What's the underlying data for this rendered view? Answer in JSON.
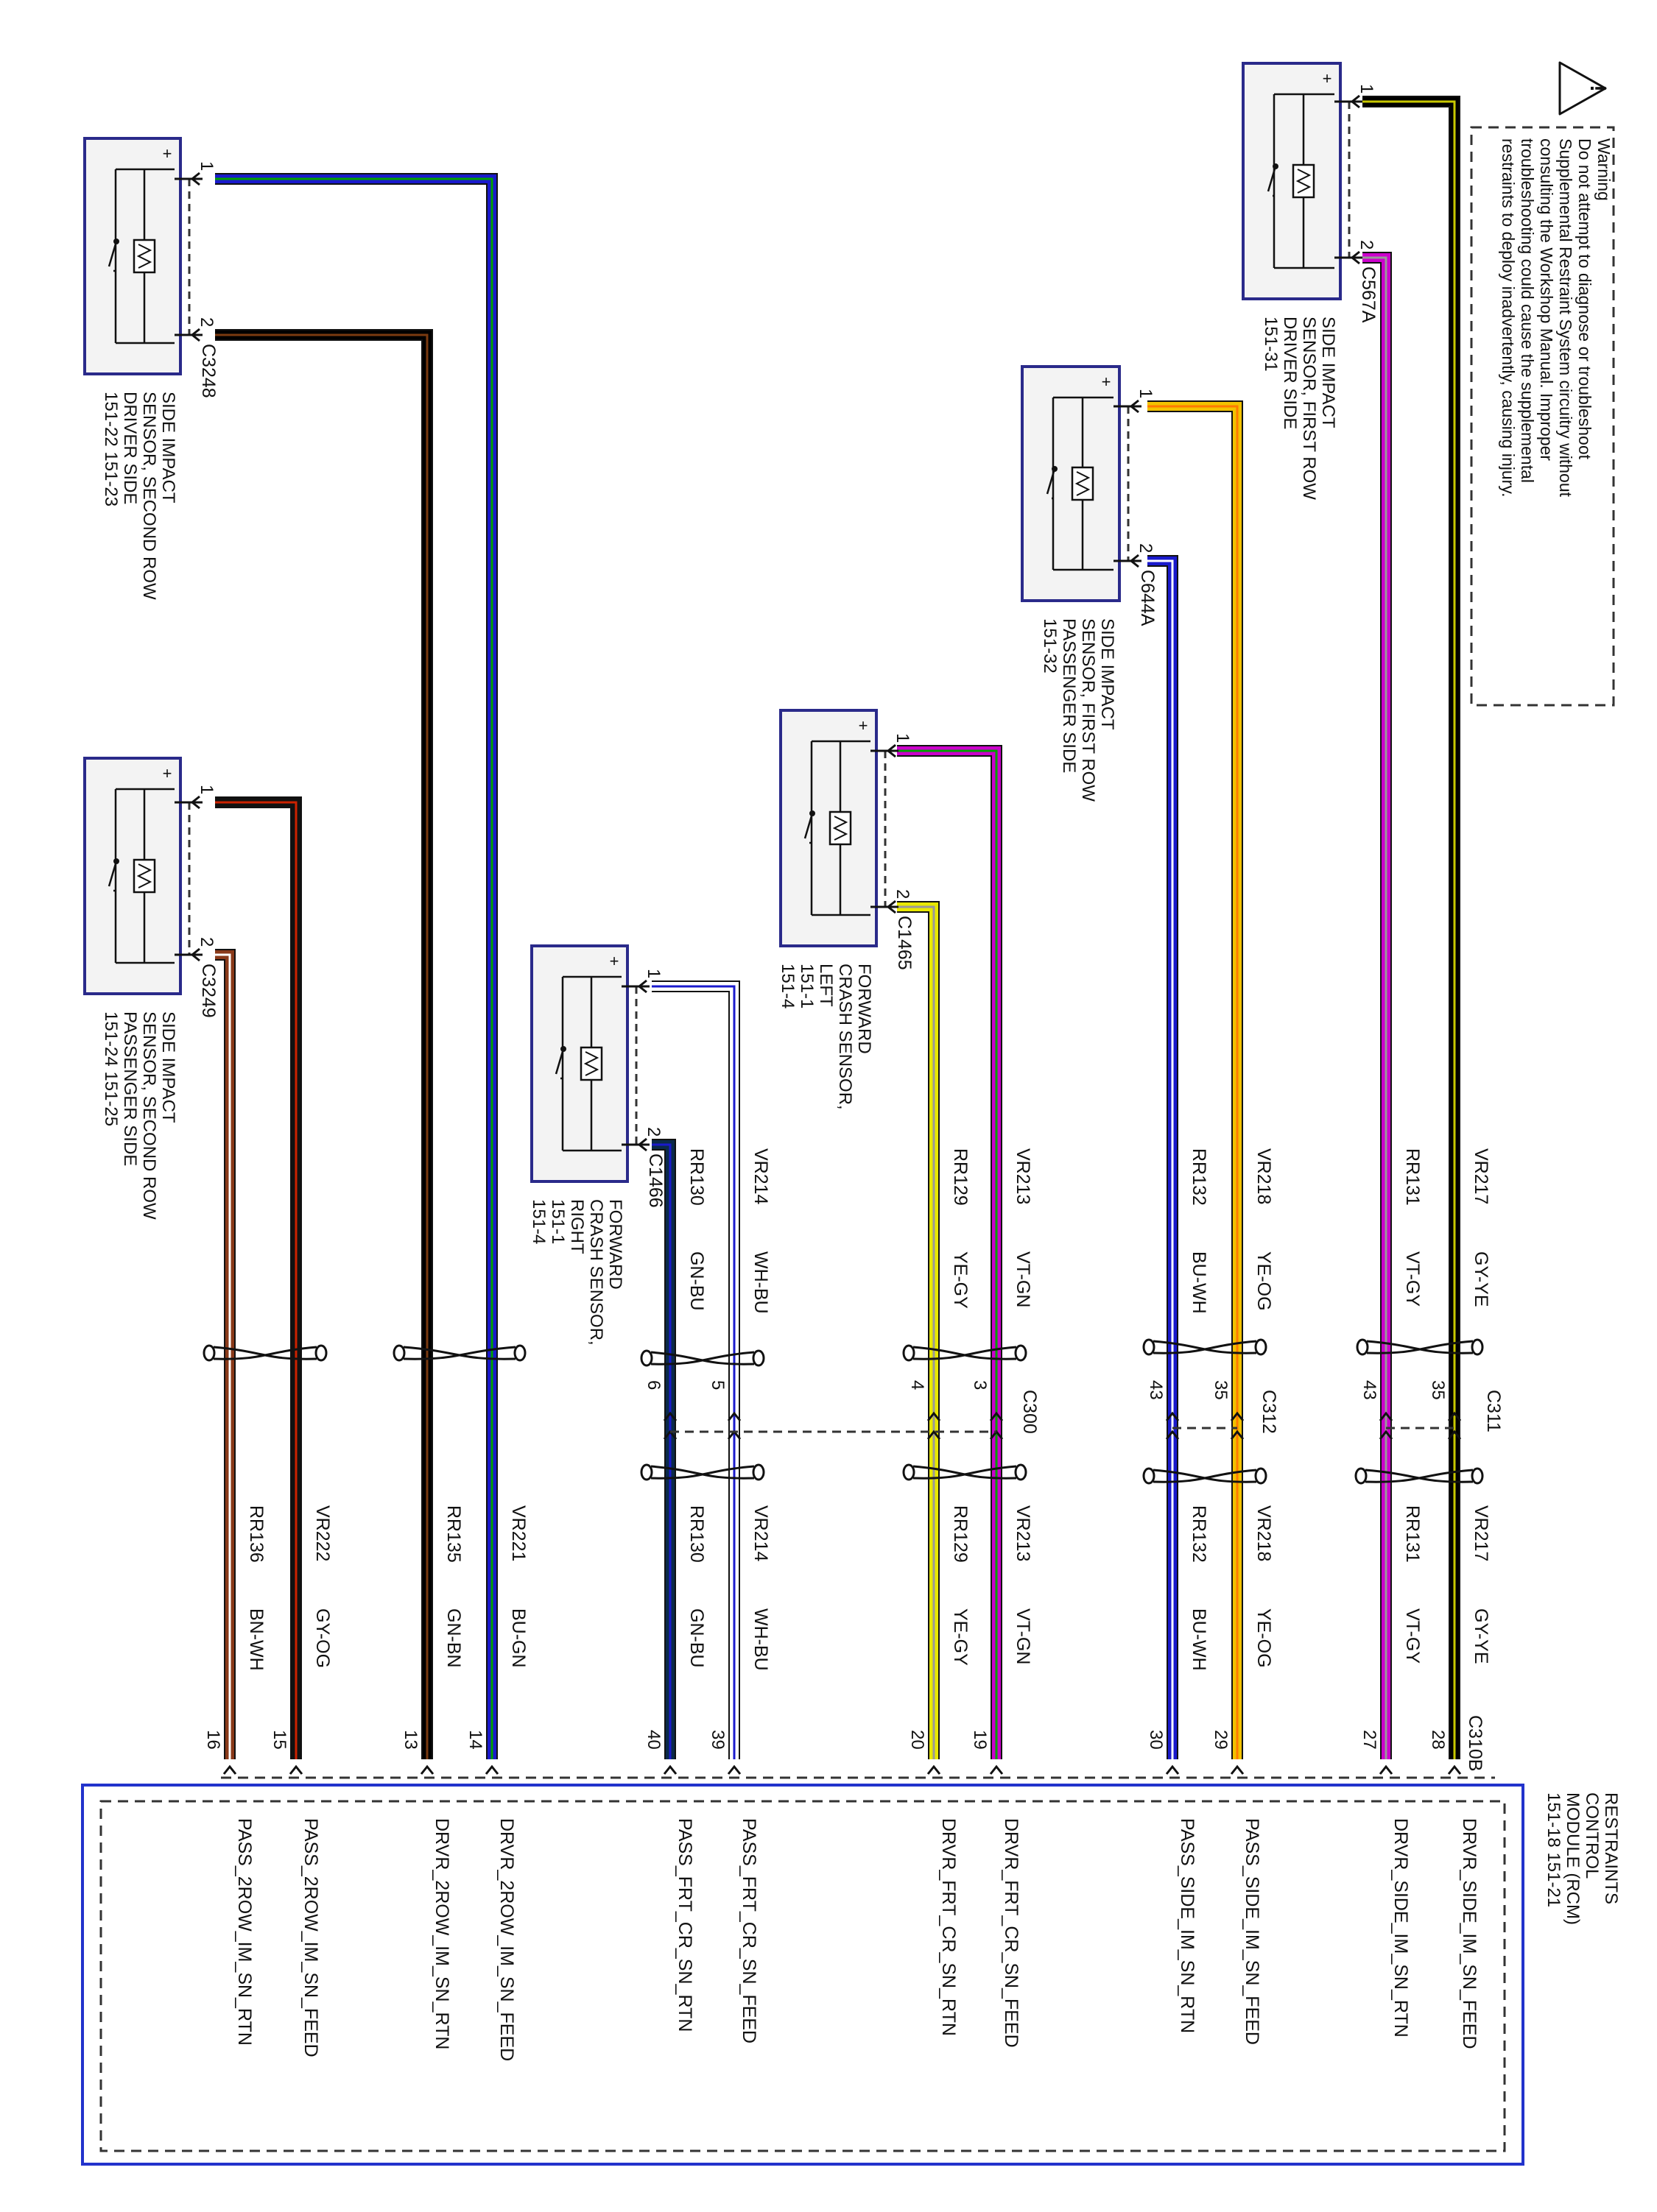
{
  "warning": {
    "lines": [
      "Warning",
      "Do not attempt to diagnose or troubleshoot",
      "Supplemental Restraint System circuitry without",
      "consulting the Workshop Manual. Improper",
      "troubleshooting could cause the supplemental",
      "restraints to deploy inadvertently, causing injury."
    ],
    "symbol": "!"
  },
  "module": {
    "lines": [
      "RESTRAINTS",
      "CONTROL",
      "MODULE (RCM)",
      "151-18   151-21"
    ],
    "connector": "C310B"
  },
  "inline_connectors": {
    "c311": "C311",
    "c312": "C312",
    "c300": "C300"
  },
  "sensors": [
    {
      "connector": "C567A",
      "lines": [
        "SIDE IMPACT",
        "SENSOR, FIRST ROW",
        "DRIVER SIDE",
        "151-31"
      ]
    },
    {
      "connector": "C644A",
      "lines": [
        "SIDE IMPACT",
        "SENSOR, FIRST ROW",
        "PASSENGER SIDE",
        "151-32"
      ]
    },
    {
      "connector": "C1465",
      "lines": [
        "FORWARD",
        "CRASH SENSOR,",
        "LEFT",
        "151-1",
        "151-4"
      ]
    },
    {
      "connector": "C1466",
      "lines": [
        "FORWARD",
        "CRASH SENSOR,",
        "RIGHT",
        "151-1",
        "151-4"
      ]
    },
    {
      "connector": "C3248",
      "lines": [
        "SIDE IMPACT",
        "SENSOR, SECOND ROW",
        "DRIVER SIDE",
        "151-22   151-23"
      ]
    },
    {
      "connector": "C3249",
      "lines": [
        "SIDE IMPACT",
        "SENSOR, SECOND ROW",
        "PASSENGER SIDE",
        "151-24   151-25"
      ]
    }
  ],
  "circuits": [
    {
      "circuit": "VR217",
      "color_code": "GY-YE",
      "inline_pin": "35",
      "rcm_pin": "28",
      "sensor_pin": "1",
      "function": "DRVR_SIDE_IM_SN_FEED",
      "colors": [
        "#000000",
        "#c8c800"
      ]
    },
    {
      "circuit": "RR131",
      "color_code": "VT-GY",
      "inline_pin": "43",
      "rcm_pin": "27",
      "sensor_pin": "2",
      "function": "DRVR_SIDE_IM_SN_RTN",
      "colors": [
        "#cc00cc",
        "#999999"
      ]
    },
    {
      "circuit": "VR218",
      "color_code": "YE-OG",
      "inline_pin": "35",
      "rcm_pin": "29",
      "sensor_pin": "1",
      "function": "PASS_SIDE_IM_SN_FEED",
      "colors": [
        "#f2c200",
        "#ff7a00"
      ]
    },
    {
      "circuit": "RR132",
      "color_code": "BU-WH",
      "inline_pin": "43",
      "rcm_pin": "30",
      "sensor_pin": "2",
      "function": "PASS_SIDE_IM_SN_RTN",
      "colors": [
        "#1a1acc",
        "#ffffff"
      ]
    },
    {
      "circuit": "VR213",
      "color_code": "VT-GN",
      "inline_pin": "3",
      "rcm_pin": "19",
      "sensor_pin": "1",
      "function": "DRVR_FRT_CR_SN_FEED",
      "colors": [
        "#cc00cc",
        "#00a000"
      ]
    },
    {
      "circuit": "RR129",
      "color_code": "YE-GY",
      "inline_pin": "4",
      "rcm_pin": "20",
      "sensor_pin": "2",
      "function": "DRVR_FRT_CR_SN_RTN",
      "colors": [
        "#e8e800",
        "#999999"
      ]
    },
    {
      "circuit": "VR214",
      "color_code": "WH-BU",
      "inline_pin": "5",
      "rcm_pin": "39",
      "sensor_pin": "1",
      "function": "PASS_FRT_CR_SN_FEED",
      "colors": [
        "#ffffff",
        "#1a1acc"
      ]
    },
    {
      "circuit": "RR130",
      "color_code": "GN-BU",
      "inline_pin": "6",
      "rcm_pin": "40",
      "sensor_pin": "2",
      "function": "PASS_FRT_CR_SN_RTN",
      "colors": [
        "#0a2a4a",
        "#1a1acc"
      ]
    },
    {
      "circuit": "VR221",
      "color_code": "BU-GN",
      "rcm_pin": "14",
      "sensor_pin": "1",
      "function": "DRVR_2ROW_IM_SN_FEED",
      "colors": [
        "#1a1acc",
        "#00a000"
      ]
    },
    {
      "circuit": "RR135",
      "color_code": "GN-BN",
      "rcm_pin": "13",
      "sensor_pin": "2",
      "function": "DRVR_2ROW_IM_SN_RTN",
      "colors": [
        "#000000",
        "#7a3a10"
      ]
    },
    {
      "circuit": "VR222",
      "color_code": "GY-OG",
      "rcm_pin": "15",
      "sensor_pin": "1",
      "function": "PASS_2ROW_IM_SN_FEED",
      "colors": [
        "#111111",
        "#cc2200"
      ]
    },
    {
      "circuit": "RR136",
      "color_code": "BN-WH",
      "rcm_pin": "16",
      "sensor_pin": "2",
      "function": "PASS_2ROW_IM_SN_RTN",
      "colors": [
        "#8a3a1a",
        "#ffffff"
      ]
    }
  ]
}
